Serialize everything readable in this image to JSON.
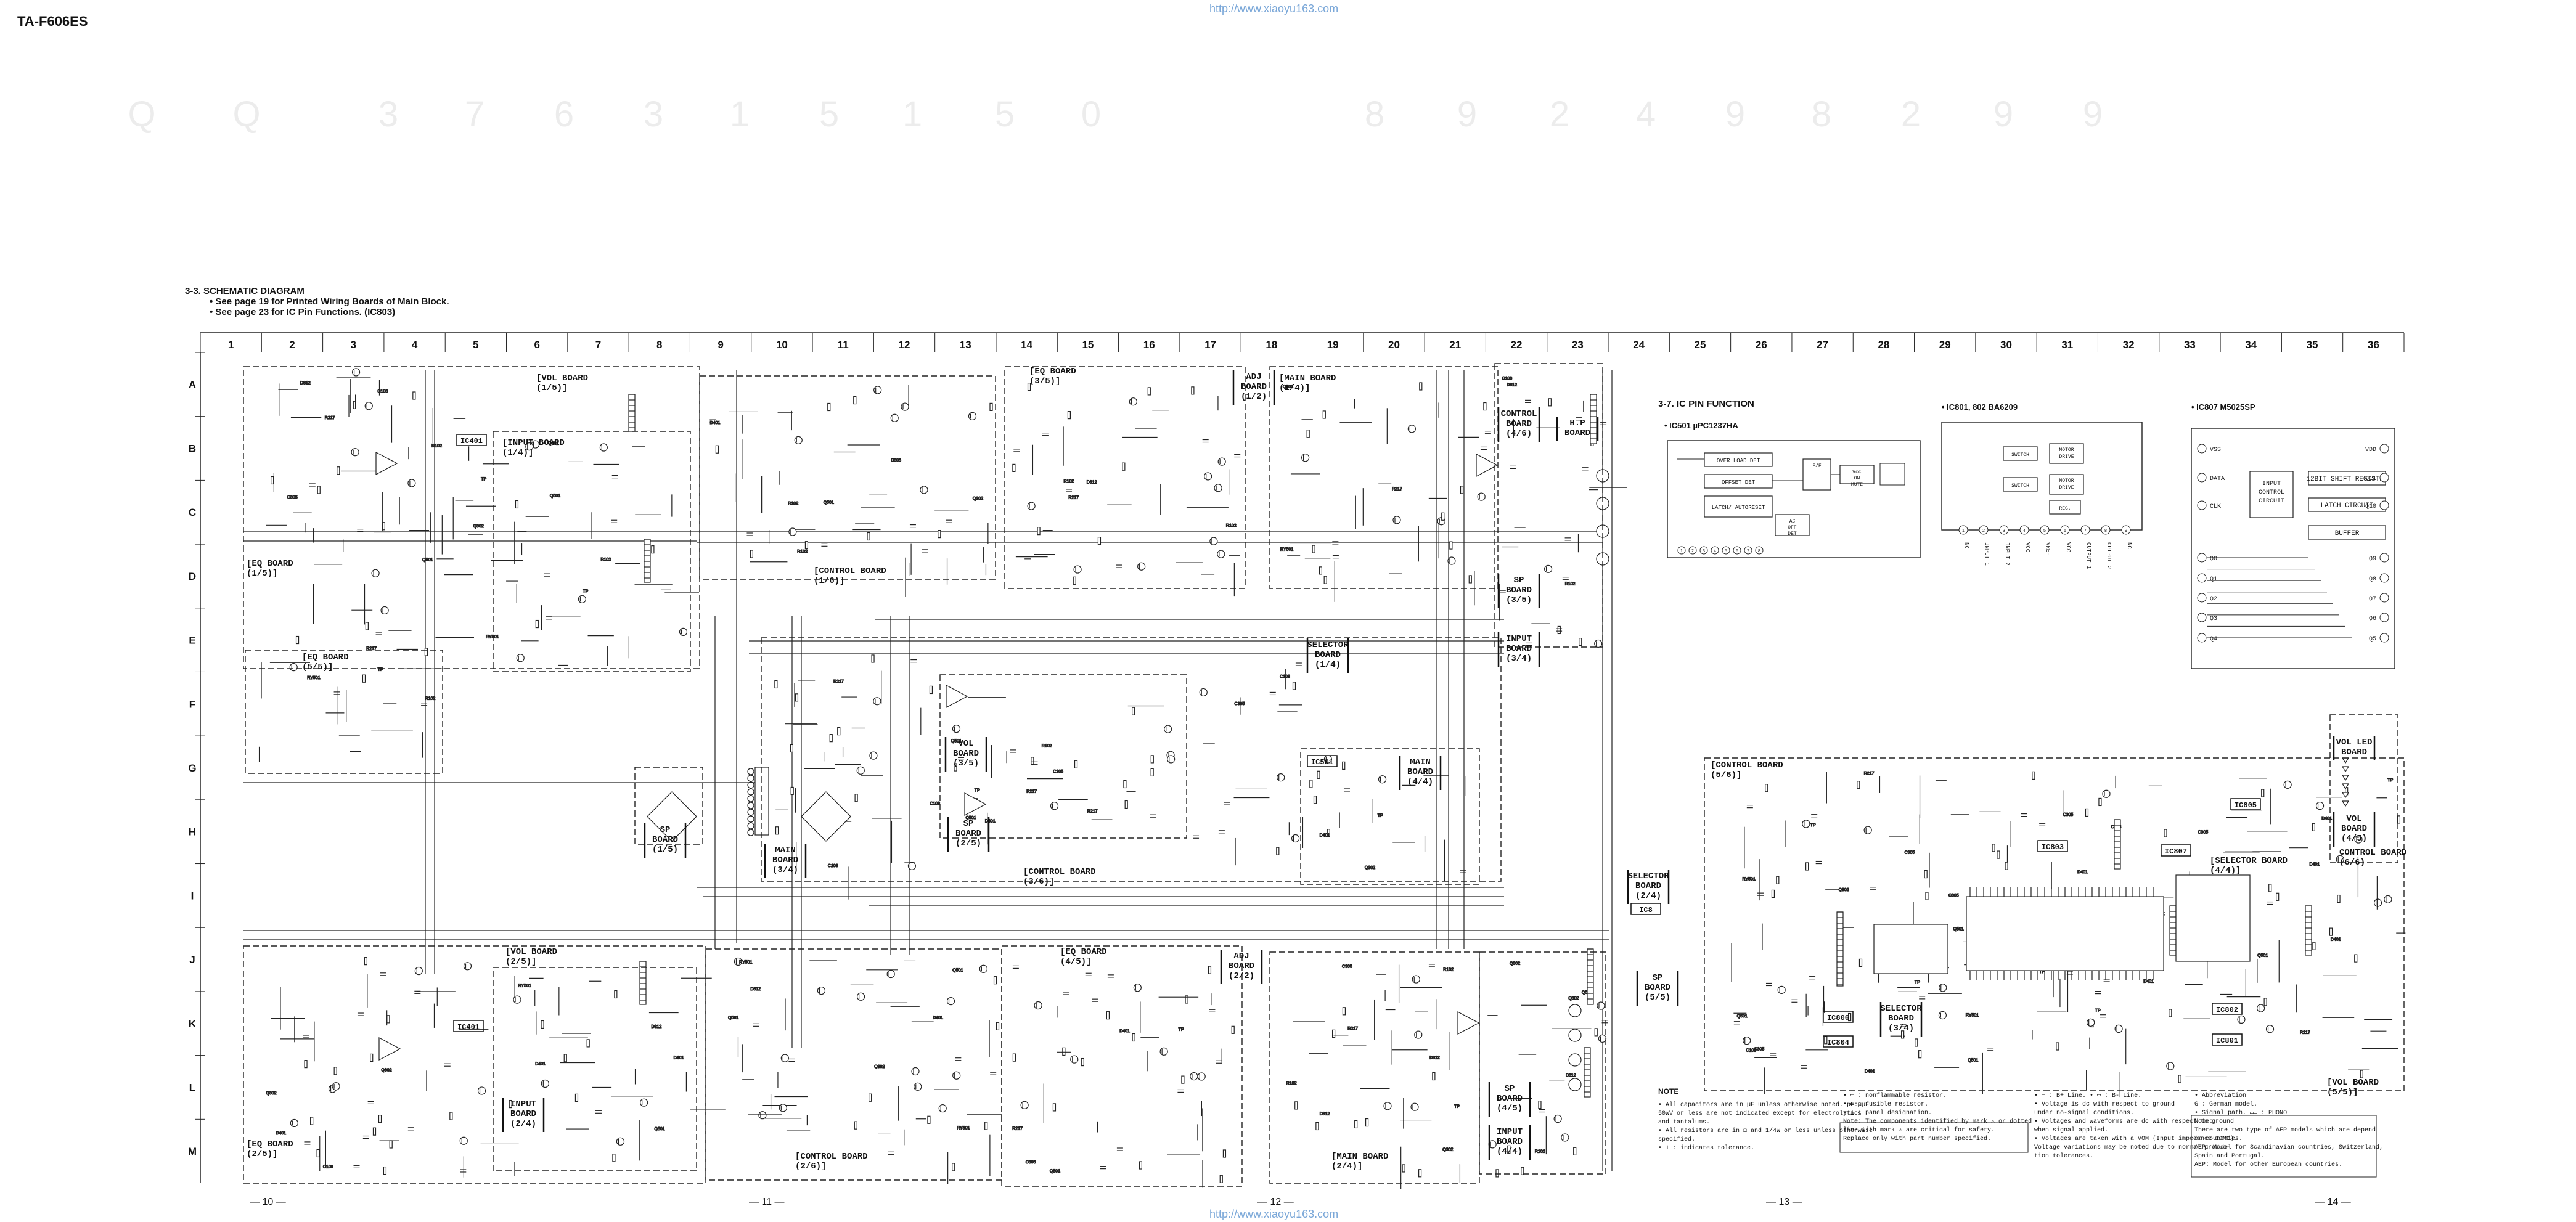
{
  "model": "TA-F606ES",
  "url_top": "http://www.xiaoyu163.com",
  "url_bottom": "http://www.xiaoyu163.com",
  "heading": {
    "title": "3-3.  SCHEMATIC  DIAGRAM",
    "note1": "• See page 19 for Printed Wiring Boards of Main Block.",
    "note2": "• See page 23 for IC Pin Functions. (IC803)"
  },
  "watermark": [
    "Q",
    "Q",
    "3",
    "7",
    "6",
    "3",
    "1",
    "5",
    "1",
    "5",
    "0",
    "8",
    "9",
    "2",
    "4",
    "9",
    "8",
    "2",
    "9",
    "9"
  ],
  "columns": [
    "1",
    "2",
    "3",
    "4",
    "5",
    "6",
    "7",
    "8",
    "9",
    "10",
    "11",
    "12",
    "13",
    "14",
    "15",
    "16",
    "17",
    "18",
    "19",
    "20",
    "21",
    "22",
    "23",
    "24",
    "25",
    "26",
    "27",
    "28",
    "29",
    "30",
    "31",
    "32",
    "33",
    "34",
    "35",
    "36"
  ],
  "rows": [
    "A",
    "B",
    "C",
    "D",
    "E",
    "F",
    "G",
    "H",
    "I",
    "J",
    "K",
    "L",
    "M"
  ],
  "boards": {
    "vol15": "[VOL BOARD (1/5)]",
    "input14": "[INPUT BOARD (1/4)]",
    "eq15": "[EQ BOARD (1/5)]",
    "control16": "[CONTROL BOARD (1/6)]",
    "eq35": "[EQ BOARD (3/5)]",
    "adj12": "ADJ BOARD (1/2)",
    "main14": "[MAIN BOARD (1/4)]",
    "controlbrd46": "CONTROL BOARD (4/6)",
    "hp": "H.P BOARD",
    "sp35": "SP BOARD (3/5)",
    "input34": "INPUT BOARD (3/4)",
    "eq55": "[EQ BOARD (5/5)]",
    "selector14": "SELECTOR BOARD (1/4)",
    "vol35": "VOL BOARD (3/5)",
    "main44": "MAIN BOARD (4/4)",
    "sp15": "SP BOARD (1/5)",
    "sp25": "SP BOARD (2/5)",
    "main34": "MAIN BOARD (3/4)",
    "control36": "[CONTROL BOARD (3/6)]",
    "control56": "[CONTROL BOARD (5/6)]",
    "selector24": "SELECTOR BOARD (2/4)",
    "selector44": "[SELECTOR BOARD (4/4)]",
    "volled": "VOL LED BOARD",
    "vol45": "VOL BOARD (4/5)",
    "control66": "CONTROL BOARD (6/6)",
    "vol25": "[VOL BOARD (2/5)]",
    "eq45": "[EQ BOARD (4/5)]",
    "adj22": "ADJ BOARD (2/2)",
    "sp45": "SP BOARD (4/5)",
    "sp55": "SP BOARD (5/5)",
    "selector34": "SELECTOR BOARD (3/4)",
    "input24": "INPUT BOARD (2/4)",
    "eq25": "[EQ BOARD (2/5)]",
    "control26": "[CONTROL BOARD (2/6)]",
    "main24": "[MAIN BOARD (2/4)]",
    "input44": "INPUT BOARD (4/4)",
    "vol55": "[VOL BOARD (5/5)]"
  },
  "ic_labels": {
    "ic401a": "IC401",
    "ic401b": "IC401",
    "ic501": "IC501",
    "ic8": "IC8",
    "ic806": "IC806",
    "ic803": "IC803",
    "ic807": "IC807",
    "ic802": "IC802",
    "ic801": "IC801",
    "ic804": "IC804",
    "ic805": "IC805"
  },
  "ic_pin": {
    "title": "3-7.  IC PIN FUNCTION",
    "ic501_title": "• IC501  µPC1237HA",
    "ic501_blocks": [
      "OVER LOAD DET",
      "OFFSET DET",
      "LATCH/ AUTORESET",
      "F/F",
      "Vcc ON MUTE",
      "AC OFF DET"
    ],
    "ic801_title": "• IC801, 802  BA6209",
    "ic801_blocks": [
      "SWITCH",
      "SWITCH",
      "MOTOR DRIVE",
      "MOTOR DRIVE",
      "REG."
    ],
    "ic801_pins": [
      "NC",
      "INPUT 1",
      "INPUT 2",
      "VCC",
      "VREF",
      "VCC",
      "OUTPUT 1",
      "OUTPUT 2",
      "NC"
    ],
    "ic807_title": "• IC807  M5025SP",
    "ic807_blocks": [
      "INPUT CONTROL CIRCUIT",
      "12BIT SHIFT REGISTER",
      "LATCH CIRCUIT",
      "BUFFER"
    ],
    "ic807_left": [
      "VSS",
      "DATA",
      "CLK",
      "Q0",
      "Q1",
      "Q2",
      "Q3",
      "Q4"
    ],
    "ic807_right": [
      "VDD",
      "Q11",
      "Q10",
      "Q9",
      "Q8",
      "Q7",
      "Q6",
      "Q5"
    ]
  },
  "notes": {
    "title": "NOTE",
    "left": [
      "• All capacitors are in µF unless otherwise noted. pF:µµF",
      "  50WV or less are not indicated except for electrolytics",
      "  and tantalums.",
      "• All resistors are in Ω and 1/4W or less unless otherwise",
      "  specified.",
      "• ⊥  : indicates tolerance."
    ],
    "mid": [
      "• ▭ : nonflammable resistor.",
      "• ▭ : fusible resistor.",
      "• △ : panel designation.",
      "Note: The components identified by mark ⚠ or dotted",
      "line with mark ⚠ are critical for safety.",
      "Replace only with part number specified."
    ],
    "right": [
      "• ▭ : B+ Line.       • ▭ : B- Line.",
      "• Voltage is dc with respect to ground",
      "  under no-signal conditions.",
      "• Voltages and waveforms are dc with respect to ground",
      "  when signal applied.",
      "• Voltages are taken with a VOM (Input impedance 10MΩ).",
      "  Voltage variations may be noted due to normal produc-",
      "  tion tolerances."
    ],
    "far": [
      "• Abbreviation",
      "  G : German model.",
      "• Signal path.  ▭▭ : PHONO",
      "Note:",
      "There are two type of AEP models which are depend",
      "on countries.",
      "AEP: Model for Scandinavian countries, Switzerland,",
      "Spain and Portugal.",
      "AEP: Model for other European countries."
    ]
  },
  "pages": [
    "— 10 —",
    "— 11 —",
    "— 12 —",
    "— 13 —",
    "— 14 —"
  ]
}
